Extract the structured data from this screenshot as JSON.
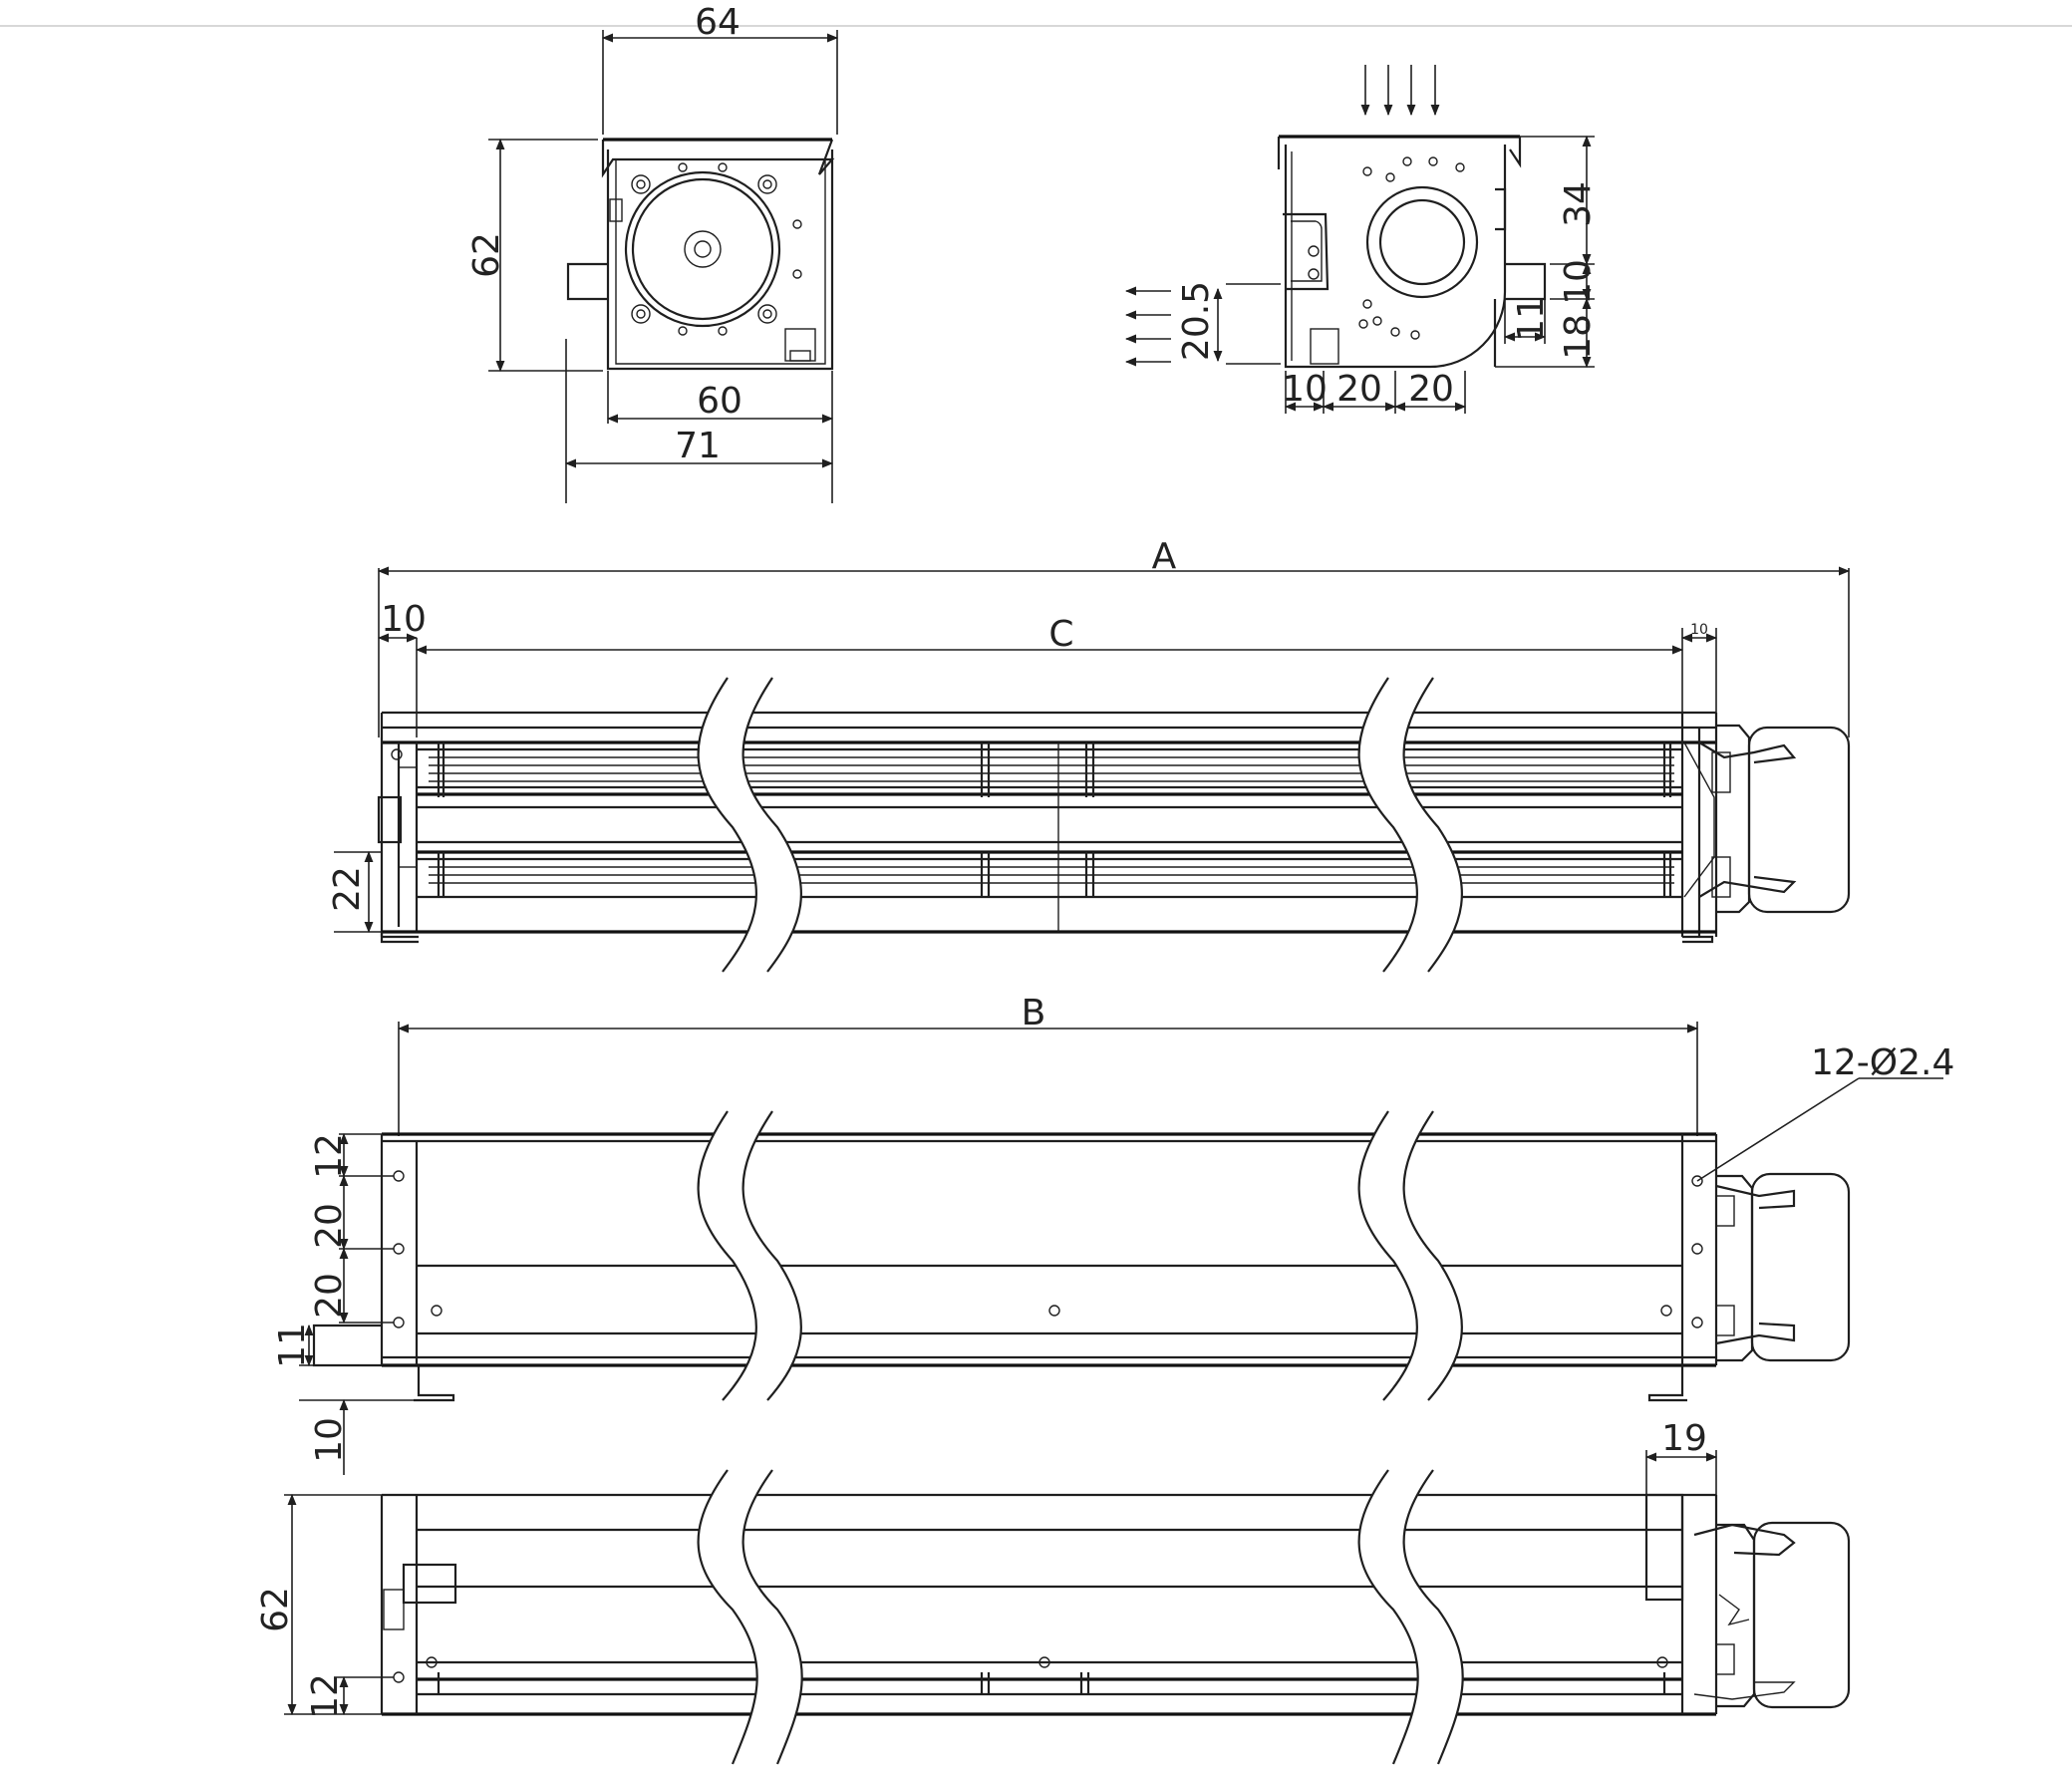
{
  "front_view": {
    "width_top": "64",
    "height": "62",
    "width_inner": "60",
    "width_outer": "71"
  },
  "side_view": {
    "dim_34": "34",
    "dim_10": "10",
    "dim_18": "18",
    "dim_11": "11",
    "dim_20_5": "20.5",
    "bottom_10": "10",
    "bottom_20a": "20",
    "bottom_20b": "20"
  },
  "top_view": {
    "overall": "A",
    "inner": "C",
    "left_10": "10",
    "right_10": "10",
    "height_22": "22"
  },
  "mid_view": {
    "length": "B",
    "holes": "12-Ø2.4",
    "d12": "12",
    "d20a": "20",
    "d20b": "20",
    "d11": "11",
    "d10": "10"
  },
  "bottom_view": {
    "height": "62",
    "d12": "12",
    "d19": "19"
  }
}
